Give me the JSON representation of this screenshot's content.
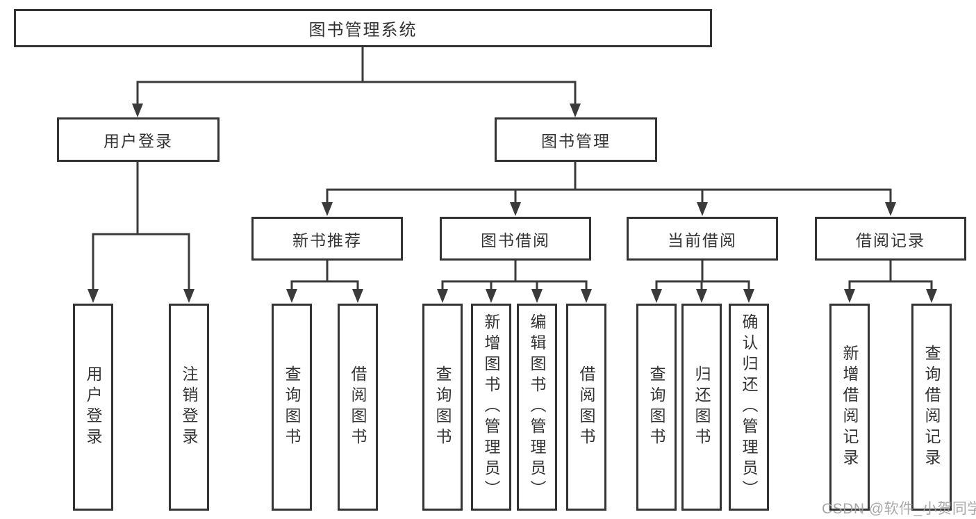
{
  "diagram": {
    "title": "图书管理系统",
    "watermark": "CSDN @软件_小贺同学",
    "colors": {
      "line": "#3a3a3a",
      "border": "#333333",
      "text": "#333333",
      "background": "#ffffff",
      "watermark": "#9e9e9e"
    },
    "nodes": {
      "root": {
        "label": "图书管理系统"
      },
      "user_login": {
        "label": "用户登录"
      },
      "book_mgmt": {
        "label": "图书管理"
      },
      "new_book_rec": {
        "label": "新书推荐"
      },
      "book_borrow": {
        "label": "图书借阅"
      },
      "current_borrow": {
        "label": "当前借阅"
      },
      "borrow_records": {
        "label": "借阅记录"
      },
      "leaf_user_login": {
        "label": "用户登录"
      },
      "leaf_logout": {
        "label": "注销登录"
      },
      "leaf_query_book_1": {
        "label": "查询图书"
      },
      "leaf_borrow_book_1": {
        "label": "借阅图书"
      },
      "leaf_query_book_2": {
        "label": "查询图书"
      },
      "leaf_add_book": {
        "label": "新增图书（管理员）"
      },
      "leaf_edit_book": {
        "label": "编辑图书（管理员）"
      },
      "leaf_borrow_book_2": {
        "label": "借阅图书"
      },
      "leaf_query_book_3": {
        "label": "查询图书"
      },
      "leaf_return_book": {
        "label": "归还图书"
      },
      "leaf_confirm_return": {
        "label": "确认归还（管理员）"
      },
      "leaf_add_record": {
        "label": "新增借阅记录"
      },
      "leaf_query_record": {
        "label": "查询借阅记录"
      }
    }
  }
}
